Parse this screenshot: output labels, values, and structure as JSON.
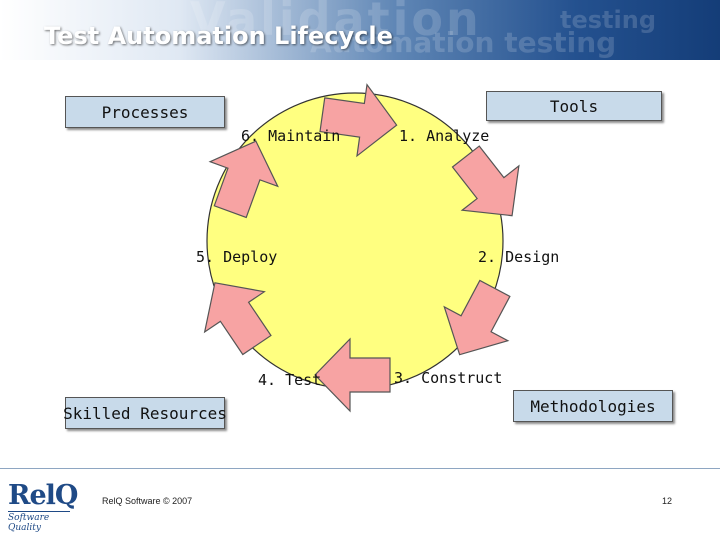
{
  "slide": {
    "title": "Test Automation Lifecycle"
  },
  "banner_watermark": [
    "Validation",
    "Automation testing",
    "testing"
  ],
  "boxes": {
    "processes": "Processes",
    "tools": "Tools",
    "skilled_resources": "Skilled Resources",
    "methodologies": "Methodologies"
  },
  "steps": {
    "analyze": "1. Analyze",
    "design": "2. Design",
    "construct": "3. Construct",
    "test": "4. Test",
    "deploy": "5. Deploy",
    "maintain": "6. Maintain"
  },
  "colors": {
    "circle_fill": "#ffff80",
    "arrow_fill": "#f7a3a3",
    "box_fill": "#c8daea",
    "brand": "#1f4a86"
  },
  "footer": {
    "logo_text": "RelQ",
    "logo_tagline": "Software Quality",
    "copyright": "RelQ Software © 2007",
    "page_number": "12"
  }
}
